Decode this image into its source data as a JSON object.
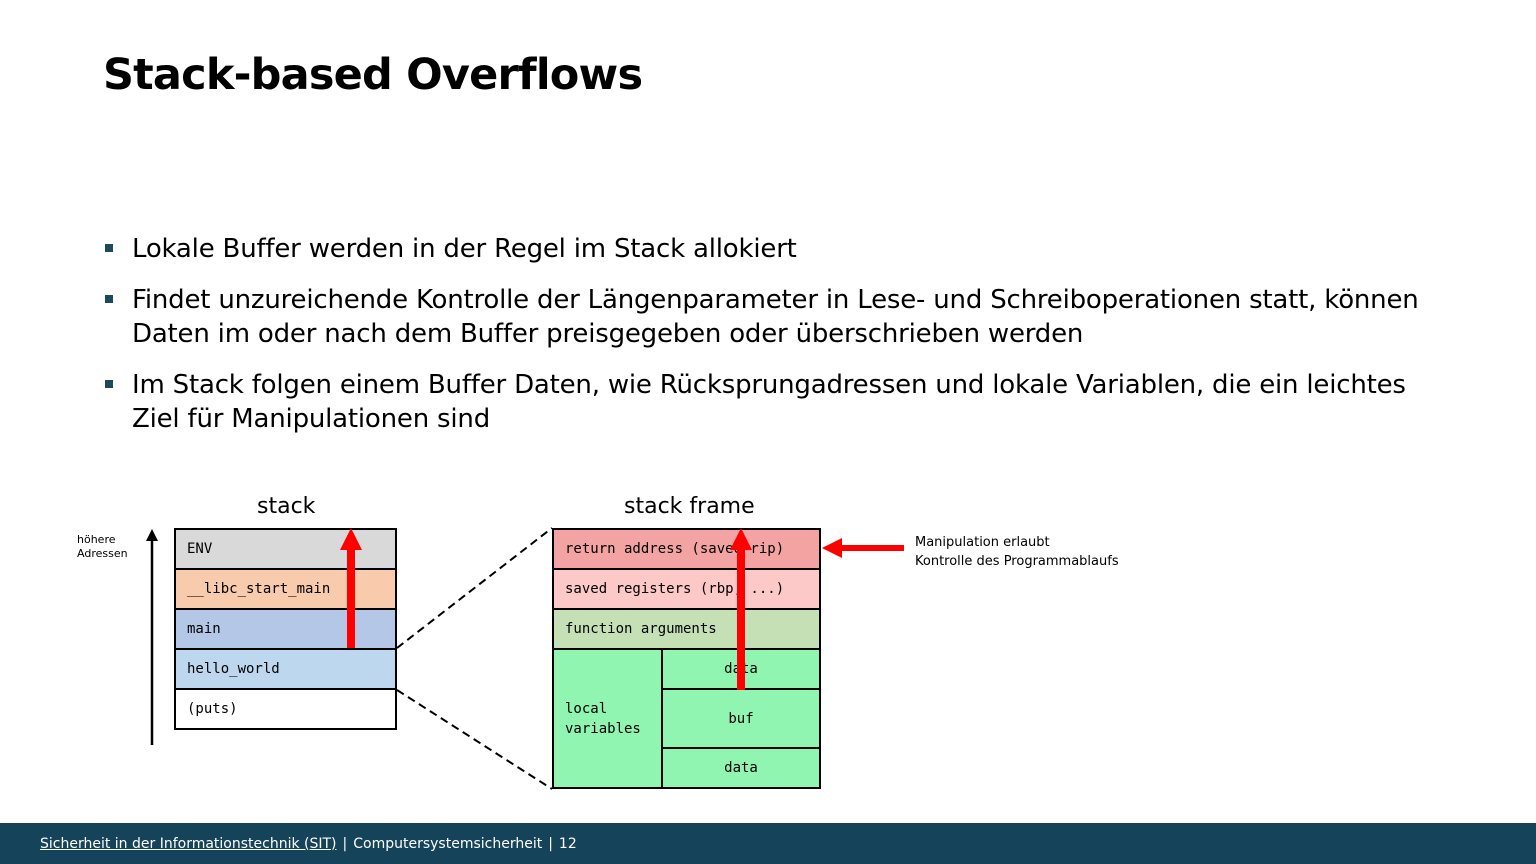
{
  "slide": {
    "title": "Stack-based Overflows",
    "bullets": [
      "Lokale Buffer werden in der Regel im Stack allokiert",
      "Findet unzureichende Kontrolle der Längenparameter in Lese- und Schreiboperationen statt, können Daten im oder nach dem Buffer preisgegeben oder überschrieben werden",
      "Im Stack folgen einem Buffer Daten, wie Rücksprungadressen und lokale Variablen, die ein leichtes Ziel für Manipulationen sind"
    ]
  },
  "diagram": {
    "stack_title": "stack",
    "frame_title": "stack frame",
    "axis_label": "höhere\nAdressen",
    "stack_cells": [
      "ENV",
      "__libc_start_main",
      "main",
      "hello_world",
      "(puts)"
    ],
    "frame_cells": {
      "return_address": "return address (saved rip)",
      "saved_registers": "saved registers (rbp, ...)",
      "function_arguments": "function arguments",
      "local_variables": "local\nvariables",
      "data_top": "data",
      "buf": "buf",
      "data_bottom": "data"
    },
    "annotation_line1": "Manipulation erlaubt",
    "annotation_line2": "Kontrolle des Programmablaufs",
    "colors": {
      "env": "#d9d9d9",
      "libc": "#f8cbad",
      "main": "#b4c7e7",
      "hello_world": "#bdd7ee",
      "puts": "#ffffff",
      "return_address": "#f4a3a3",
      "saved_registers": "#fcc8c8",
      "function_arguments": "#c5e0b4",
      "locals": "#8ff5b0",
      "arrow": "#ff0000"
    }
  },
  "footer": {
    "institute": "Sicherheit in der Informationstechnik (SIT)",
    "course": "Computersystemsicherheit",
    "page": "12",
    "separator": "|"
  }
}
